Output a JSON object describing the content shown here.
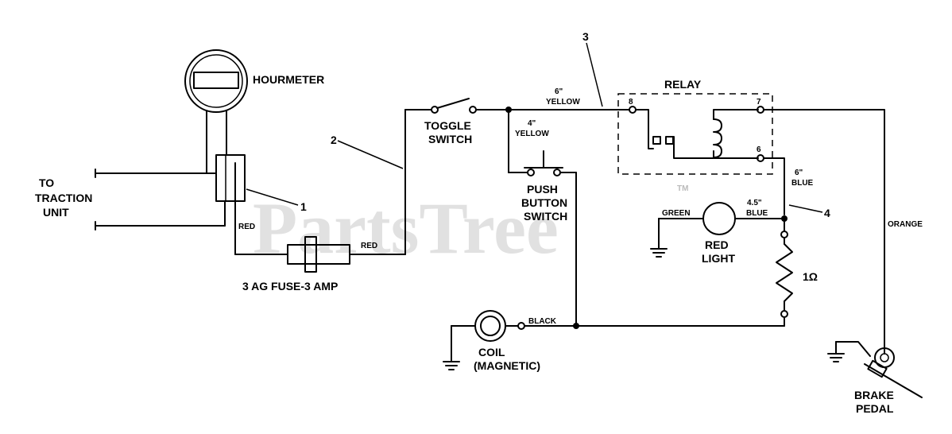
{
  "watermark": {
    "text": "PartsTree",
    "tm": "TM"
  },
  "components": {
    "hourmeter": "HOURMETER",
    "traction": [
      "TO",
      "TRACTION",
      "UNIT"
    ],
    "fuse": "3 AG  FUSE-3 AMP",
    "toggle": [
      "TOGGLE",
      "SWITCH"
    ],
    "push": [
      "PUSH",
      "BUTTON",
      "SWITCH"
    ],
    "relay": "RELAY",
    "relay_pins": [
      "8",
      "7",
      "6"
    ],
    "red_light": [
      "RED",
      "LIGHT"
    ],
    "resistor": "1Ω",
    "coil": [
      "COIL",
      "(MAGNETIC)"
    ],
    "brake": [
      "BRAKE",
      "PEDAL"
    ]
  },
  "wires": {
    "red1": "RED",
    "red2": "RED",
    "yellow6_len": "6\"",
    "yellow6": "YELLOW",
    "yellow4_len": "4\"",
    "yellow4": "YELLOW",
    "blue6_len": "6\"",
    "blue6": "BLUE",
    "blue45_len": "4.5\"",
    "blue45": "BLUE",
    "green": "GREEN",
    "black": "BLACK",
    "orange": "ORANGE"
  },
  "callouts": [
    "1",
    "2",
    "3",
    "4"
  ]
}
